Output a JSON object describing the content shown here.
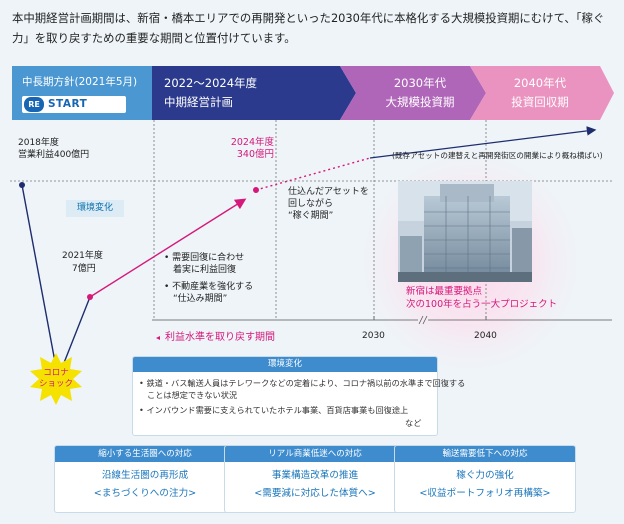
{
  "intro": {
    "line1": "本中期経営計画期間は、新宿・橋本エリアでの再開発といった2030年代に本格化する大規模投資期にむけて、「稼ぐ",
    "line2": "力」を取り戻すための重要な期間と位置付けています。"
  },
  "phases": {
    "p1_title": "中長期方針(2021年5月)",
    "p1_logo_re": "RE",
    "p1_logo_start": "START",
    "p2_line1": "2022〜2024年度",
    "p2_line2": "中期経営計画",
    "p3_line1": "2030年代",
    "p3_line2": "大規模投資期",
    "p4_line1": "2040年代",
    "p4_line2": "投資回収期"
  },
  "labels": {
    "y2018_line1": "2018年度",
    "y2018_line2": "営業利益400億円",
    "y2024_line1": "2024年度",
    "y2024_line2": "340億円",
    "future_note": "(既存アセットの建替えと再開発街区の開業により概ね横ばい)",
    "env_change_tag": "環境変化",
    "y2021_line1": "2021年度",
    "y2021_line2": "7億円",
    "b1_line1": "需要回復に合わせ",
    "b1_line2": "着実に利益回復",
    "b2_line1": "不動産業を強化する",
    "b2_line2": "“仕込み期間”",
    "asset_line1": "仕込んだアセットを",
    "asset_line2": "回しながら",
    "asset_line3": "“稼ぐ期間”",
    "shinjuku_line1": "新宿は最重要拠点",
    "shinjuku_line2": "次の100年を占う一大プロジェクト",
    "restore_label": "利益水準を取り戻す期間",
    "year_2030": "2030",
    "year_2040": "2040",
    "corona_line1": "コロナ",
    "corona_line2": "ショック"
  },
  "env_box": {
    "title": "環境変化",
    "bullet1_line1": "鉄道・バス輸送人員はテレワークなどの定着により、コロナ禍以前の水準まで回復する",
    "bullet1_line2": "ことは想定できない状況",
    "bullet2": "インバウンド需要に支えられていたホテル事業、百貨店事業も回復途上",
    "bullet2_tail": "など"
  },
  "responses": [
    {
      "title": "縮小する生活圏への対応",
      "line1": "沿線生活圏の再形成",
      "line2": "<まちづくりへの注力>"
    },
    {
      "title": "リアル商業低迷への対応",
      "line1": "事業構造改革の推進",
      "line2": "<需要減に対応した体質へ>"
    },
    {
      "title": "輸送需要低下への対応",
      "line1": "稼ぐ力の強化",
      "line2": "<収益ポートフォリオ再構築>"
    }
  ],
  "colors": {
    "phase1": "#4a97d2",
    "phase2": "#2b3a8c",
    "phase3": "#b066b8",
    "phase4": "#ea93c0",
    "profit_line_early": "#1d2d6e",
    "profit_line_recovery": "#d6187a",
    "accent_blue": "#3e8ccd",
    "corona_yellow": "#f5e200"
  }
}
